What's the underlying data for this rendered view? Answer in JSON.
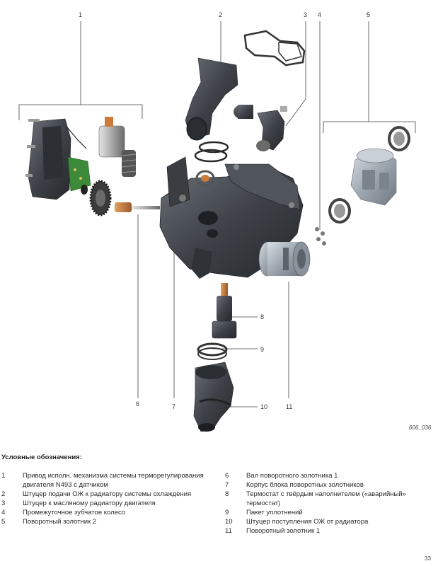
{
  "callouts": [
    "1",
    "2",
    "3",
    "4",
    "5",
    "6",
    "7",
    "8",
    "9",
    "10",
    "11"
  ],
  "figure_id": "606_036",
  "legend": {
    "title": "Условные обозначения:",
    "items": [
      {
        "num": "1",
        "text": "Привод исполн. механизма системы терморегулирования двигателя N493 с датчиком"
      },
      {
        "num": "2",
        "text": "Штуцер подачи ОЖ к радиатору системы охлаждения"
      },
      {
        "num": "3",
        "text": "Штуцер к масляному радиатору двигателя"
      },
      {
        "num": "4",
        "text": "Промежуточное зубчатое колесо"
      },
      {
        "num": "5",
        "text": "Поворотный золотник 2"
      },
      {
        "num": "6",
        "text": "Вал поворотного золотника 1"
      },
      {
        "num": "7",
        "text": "Корпус блока поворотных золотников"
      },
      {
        "num": "8",
        "text": "Термостат с твёрдым наполнителем («аварийный» термостат)"
      },
      {
        "num": "9",
        "text": "Пакет уплотнений"
      },
      {
        "num": "10",
        "text": "Штуцер поступления ОЖ от радиатора"
      },
      {
        "num": "11",
        "text": "Поворотный золотник 1"
      }
    ]
  },
  "page_number": "33",
  "colors": {
    "part_dark": "#3b3f44",
    "part_mid": "#5a5f66",
    "part_light": "#9aa3ac",
    "copper": "#c87a3a",
    "pcb": "#3d8a3a",
    "leader": "#444444"
  }
}
